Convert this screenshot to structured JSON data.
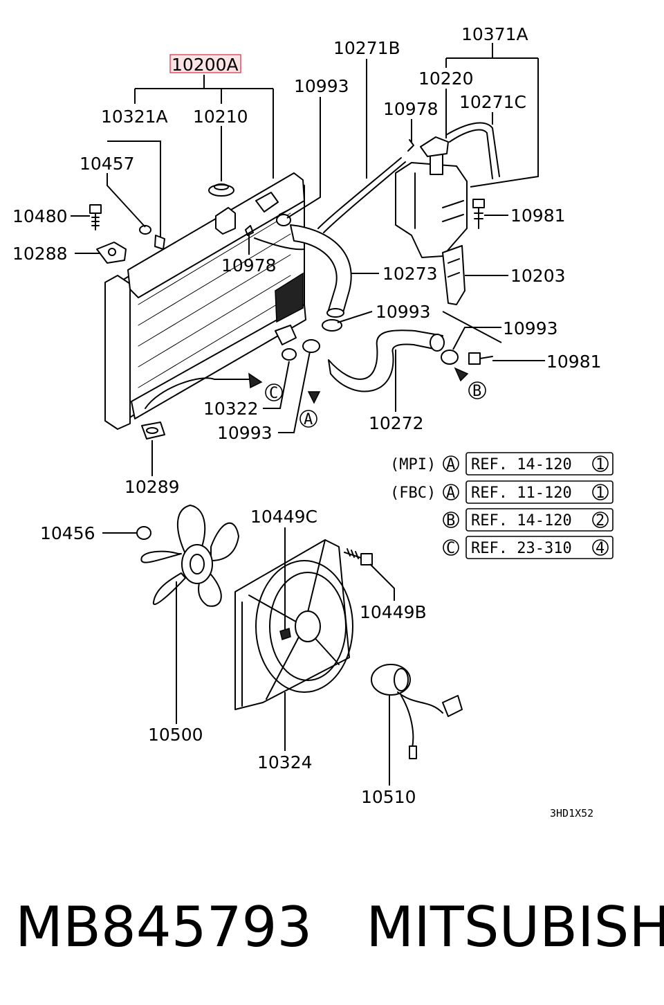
{
  "parts": {
    "p10200A": "10200A",
    "p10321A": "10321A",
    "p10210": "10210",
    "p10457": "10457",
    "p10480": "10480",
    "p10288": "10288",
    "p10978a": "10978",
    "p10993a": "10993",
    "p10271B": "10271B",
    "p10371A": "10371A",
    "p10220": "10220",
    "p10271C": "10271C",
    "p10978b": "10978",
    "p10981a": "10981",
    "p10273": "10273",
    "p10203": "10203",
    "p10993b": "10993",
    "p10993c": "10993",
    "p10981b": "10981",
    "p10322": "10322",
    "p10993d": "10993",
    "p10272": "10272",
    "p10289": "10289",
    "p10456": "10456",
    "p10449C": "10449C",
    "p10449B": "10449B",
    "p10500": "10500",
    "p10324": "10324",
    "p10510": "10510"
  },
  "markers": {
    "A": "A",
    "B": "B",
    "C": "C"
  },
  "references": [
    {
      "variant": "(MPI)",
      "marker": "A",
      "ref": "REF. 14-120",
      "page": "1"
    },
    {
      "variant": "(FBC)",
      "marker": "A",
      "ref": "REF. 11-120",
      "page": "1"
    },
    {
      "variant": "",
      "marker": "B",
      "ref": "REF. 14-120",
      "page": "2"
    },
    {
      "variant": "",
      "marker": "C",
      "ref": "REF. 23-310",
      "page": "4"
    }
  ],
  "diagram_code": "3HD1X52",
  "caption": {
    "part_number": "MB845793",
    "brand": "MITSUBISHI"
  },
  "colors": {
    "highlight": "#e05060",
    "highlight_fill": "#fbe3e6"
  }
}
